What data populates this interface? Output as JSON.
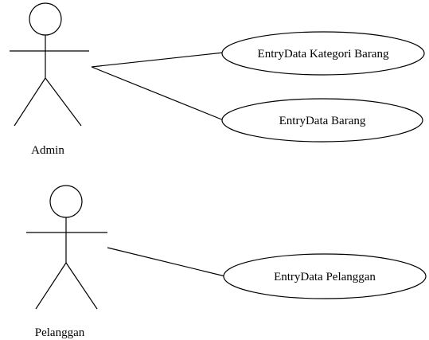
{
  "actors": [
    {
      "id": "admin",
      "name": "Admin"
    },
    {
      "id": "pelanggan",
      "name": "Pelanggan"
    }
  ],
  "use_cases": [
    {
      "id": "uc1",
      "label": "EntryData Kategori Barang"
    },
    {
      "id": "uc2",
      "label": "EntryData Barang"
    },
    {
      "id": "uc3",
      "label": "EntryData Pelanggan"
    }
  ],
  "associations": [
    {
      "actor": "admin",
      "use_case": "uc1"
    },
    {
      "actor": "admin",
      "use_case": "uc2"
    },
    {
      "actor": "pelanggan",
      "use_case": "uc3"
    }
  ]
}
